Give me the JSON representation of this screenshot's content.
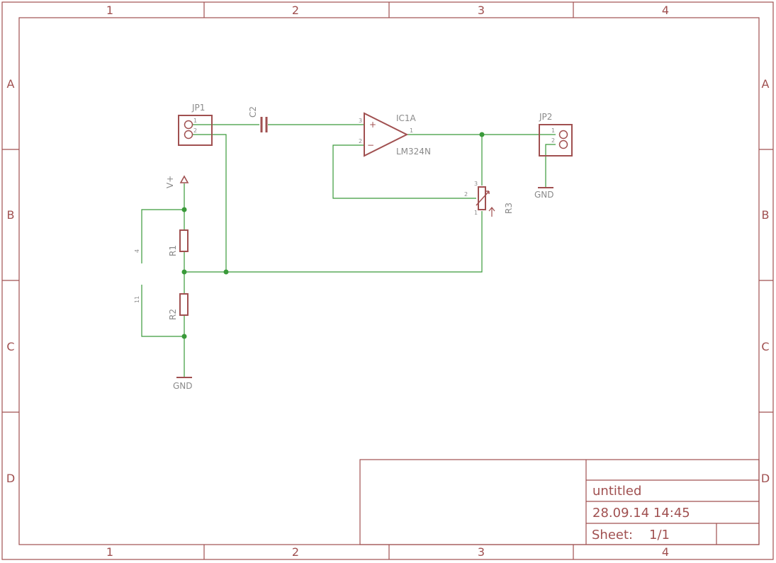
{
  "frame": {
    "columns": [
      "1",
      "2",
      "3",
      "4"
    ],
    "rows": [
      "A",
      "B",
      "C",
      "D"
    ]
  },
  "components": {
    "jp1": {
      "name": "JP1",
      "pins": [
        "1",
        "2"
      ]
    },
    "jp2": {
      "name": "JP2",
      "pins": [
        "1",
        "2"
      ]
    },
    "c2": {
      "name": "C2"
    },
    "ic1a": {
      "name": "IC1A",
      "value": "LM324N",
      "pins": [
        "3",
        "2",
        "1"
      ],
      "plus": "+",
      "minus": "−"
    },
    "r1": {
      "name": "R1"
    },
    "r2": {
      "name": "R2"
    },
    "r3": {
      "name": "R3",
      "pins": [
        "3",
        "2",
        "1"
      ]
    },
    "power": {
      "name": "V+",
      "pin": "4"
    },
    "ground_pin": "11",
    "gnd_left": "GND",
    "gnd_right": "GND"
  },
  "title_block": {
    "title": "untitled",
    "date": "28.09.14 14:45",
    "sheet_label": "Sheet:",
    "sheet_value": "1/1"
  }
}
